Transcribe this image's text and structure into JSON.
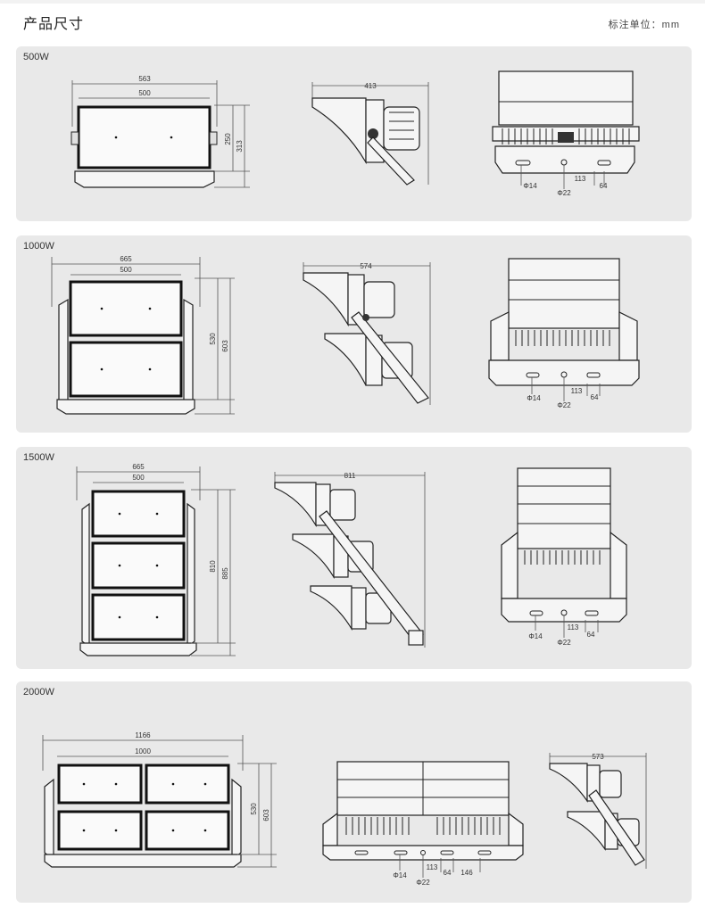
{
  "header": {
    "title": "产品尺寸",
    "unit_note": "标注单位：mm"
  },
  "models": [
    {
      "label": "500W",
      "front": {
        "outer_width": "563",
        "inner_width": "500",
        "inner_height": "250",
        "outer_height": "313"
      },
      "side": {
        "depth": "413"
      },
      "back": {
        "hole_small": "Φ14",
        "hole_large": "Φ22",
        "spacing": "113",
        "slot": "64"
      }
    },
    {
      "label": "1000W",
      "front": {
        "outer_width": "665",
        "inner_width": "500",
        "inner_height": "530",
        "outer_height": "603"
      },
      "side": {
        "depth": "574"
      },
      "back": {
        "hole_small": "Φ14",
        "hole_large": "Φ22",
        "spacing": "113",
        "slot": "64"
      }
    },
    {
      "label": "1500W",
      "front": {
        "outer_width": "665",
        "inner_width": "500",
        "inner_height": "810",
        "outer_height": "885"
      },
      "side": {
        "depth": "811"
      },
      "back": {
        "hole_small": "Φ14",
        "hole_large": "Φ22",
        "spacing": "113",
        "slot": "64"
      }
    },
    {
      "label": "2000W",
      "front": {
        "outer_width": "1166",
        "inner_width": "1000",
        "inner_height": "530",
        "outer_height": "603"
      },
      "side": {
        "depth": "573"
      },
      "back": {
        "hole_small": "Φ14",
        "hole_large": "Φ22",
        "spacing": "113",
        "slot": "64",
        "extra": "146"
      }
    }
  ]
}
